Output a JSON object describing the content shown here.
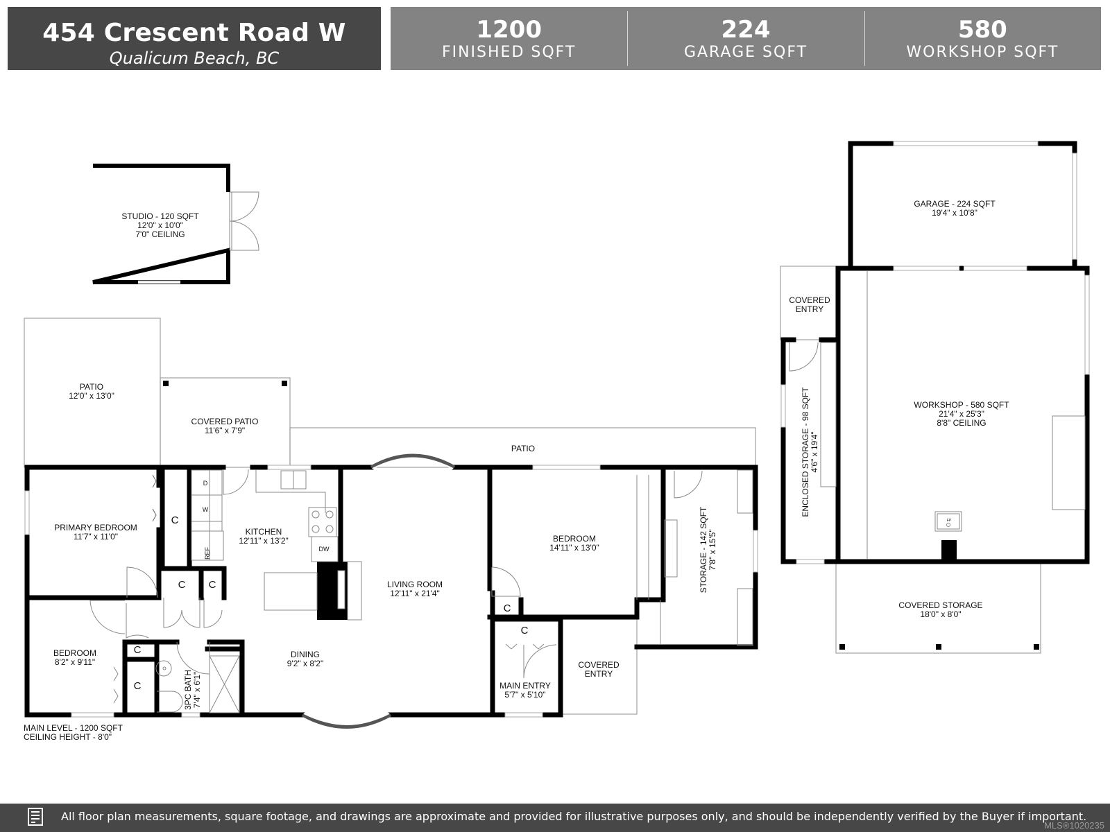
{
  "header": {
    "address": "454 Crescent Road W",
    "city": "Qualicum Beach, BC",
    "stats": [
      {
        "value": "1200",
        "label": "FINISHED SQFT"
      },
      {
        "value": "224",
        "label": "GARAGE SQFT"
      },
      {
        "value": "580",
        "label": "WORKSHOP SQFT"
      }
    ]
  },
  "plan": {
    "studio": {
      "name": "STUDIO - 120 SQFT",
      "dims": "12'0\" x 10'0\"",
      "ceiling": "7'0\" CEILING"
    },
    "patio_left": {
      "name": "PATIO",
      "dims": "12'0\" x 13'0\""
    },
    "covered_patio": {
      "name": "COVERED PATIO",
      "dims": "11'6\" x 7'9\""
    },
    "patio_long": {
      "name": "PATIO"
    },
    "primary_bedroom": {
      "name": "PRIMARY BEDROOM",
      "dims": "11'7\" x 11'0\""
    },
    "kitchen": {
      "name": "KITCHEN",
      "dims": "12'11\" x 13'2\""
    },
    "living_room": {
      "name": "LIVING ROOM",
      "dims": "12'11\" x 21'4\""
    },
    "bedroom_right": {
      "name": "BEDROOM",
      "dims": "14'11\" x 13'0\""
    },
    "storage": {
      "name": "STORAGE - 142 SQFT",
      "dims": "7'8\" x 15'5\""
    },
    "bedroom_left": {
      "name": "BEDROOM",
      "dims": "8'2\" x 9'11\""
    },
    "bath": {
      "name": "3PC BATH",
      "dims": "7'4\" x 6'1\""
    },
    "dining": {
      "name": "DINING",
      "dims": "9'2\" x 8'2\""
    },
    "main_entry": {
      "name": "MAIN ENTRY",
      "dims": "5'7\" x 5'10\""
    },
    "covered_entry_main": {
      "line1": "COVERED",
      "line2": "ENTRY"
    },
    "closet_label": "C",
    "appliances": {
      "dryer": "D",
      "washer": "W",
      "fridge": "REF",
      "dishwasher": "DW",
      "floor_pit": "FP"
    },
    "garage": {
      "name": "GARAGE - 224 SQFT",
      "dims": "19'4\" x 10'8\""
    },
    "covered_entry_shop": {
      "line1": "COVERED",
      "line2": "ENTRY"
    },
    "workshop": {
      "name": "WORKSHOP - 580 SQFT",
      "dims": "21'4\" x 25'3\"",
      "ceiling": "8'8\" CEILING"
    },
    "enclosed_storage": {
      "name": "ENCLOSED STORAGE - 98 SQFT",
      "dims": "4'6\" x 19'4\""
    },
    "covered_storage": {
      "name": "COVERED STORAGE",
      "dims": "18'0\" x 8'0\""
    },
    "level_note": {
      "line1": "MAIN LEVEL - 1200 SQFT",
      "line2": "CEILING HEIGHT - 8'0\""
    }
  },
  "footer": {
    "icon": "document-icon",
    "disclaimer": "All floor plan measurements, square footage, and drawings are approximate and provided for illustrative purposes only, and should be independently verified by the Buyer if important.",
    "mls": "MLS®1020235"
  }
}
